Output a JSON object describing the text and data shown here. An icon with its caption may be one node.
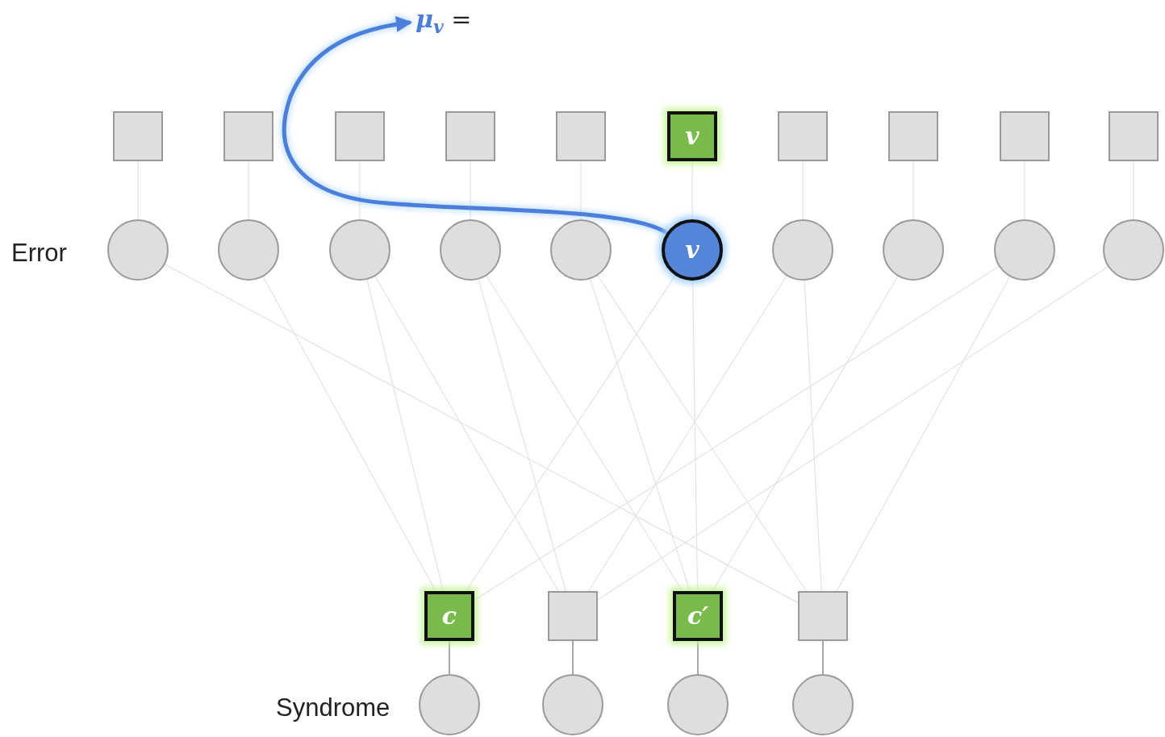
{
  "diagram": {
    "nodes": [
      {
        "text": [
          "**μ**$_{v}$ ="
        ]
      },
      {
        "text": [],
        "shape": "box"
      },
      {
        "text": [],
        "shape": "box"
      },
      {
        "text": [],
        "shape": "box"
      },
      {
        "text": [],
        "shape": "box"
      },
      {
        "text": [],
        "shape": "box"
      },
      {
        "text": [
          "v"
        ]
      },
      {
        "text": [],
        "shape": "box"
      },
      {
        "text": [],
        "shape": "box"
      },
      {
        "text": [],
        "shape": "box"
      },
      {
        "text": [],
        "shape": "box"
      },
      {
        "text": [],
        "shape": "circle"
      },
      {
        "text": [],
        "shape": "circle"
      },
      {
        "text": [],
        "shape": "circle"
      },
      {
        "text": [],
        "shape": "circle"
      },
      {
        "text": [],
        "shape": "circle"
      },
      {
        "text": [
          "v"
        ]
      },
      {
        "text": [],
        "shape": "circle"
      },
      {
        "text": [],
        "shape": "circle"
      },
      {
        "text": [],
        "shape": "circle"
      },
      {
        "text": [],
        "shape": "circle"
      },
      {
        "text": [
          "c"
        ]
      },
      {
        "text": [],
        "shape": "box"
      },
      {
        "text": [
          "c′"
        ]
      },
      {
        "text": [],
        "shape": "box"
      },
      {
        "text": [],
        "shape": "circle"
      },
      {
        "text": [],
        "shape": "circle"
      },
      {
        "text": [],
        "shape": "circle"
      },
      {
        "text": [],
        "shape": "circle"
      }
    ],
    "edges": [
      {
        "from": 1,
        "to": 11,
        "arrow": "none"
      },
      {
        "from": 2,
        "to": 12,
        "arrow": "none"
      },
      {
        "from": 3,
        "to": 13,
        "arrow": "none"
      },
      {
        "from": 4,
        "to": 14,
        "arrow": "none"
      },
      {
        "from": 5,
        "to": 15,
        "arrow": "none"
      },
      {
        "from": 6,
        "to": 16,
        "arrow": "none"
      },
      {
        "from": 7,
        "to": 17,
        "arrow": "none"
      },
      {
        "from": 8,
        "to": 18,
        "arrow": "none"
      },
      {
        "from": 9,
        "to": 19,
        "arrow": "none"
      },
      {
        "from": 10,
        "to": 20,
        "arrow": "none"
      },
      {
        "from": 11,
        "to": 24,
        "arrow": "none"
      },
      {
        "from": 12,
        "to": 21,
        "arrow": "none"
      },
      {
        "from": 13,
        "to": 21,
        "arrow": "none"
      },
      {
        "from": 13,
        "to": 22,
        "arrow": "none"
      },
      {
        "from": 14,
        "to": 22,
        "arrow": "none"
      },
      {
        "from": 14,
        "to": 23,
        "arrow": "none"
      },
      {
        "from": 15,
        "to": 23,
        "arrow": "none"
      },
      {
        "from": 15,
        "to": 24,
        "arrow": "none"
      },
      {
        "from": 16,
        "to": 21,
        "arrow": "none"
      },
      {
        "from": 16,
        "to": 23,
        "arrow": "none"
      },
      {
        "from": 17,
        "to": 22,
        "arrow": "none"
      },
      {
        "from": 17,
        "to": 24,
        "arrow": "none"
      },
      {
        "from": 18,
        "to": 23,
        "arrow": "none"
      },
      {
        "from": 19,
        "to": 24,
        "arrow": "none"
      },
      {
        "from": 19,
        "to": 21,
        "arrow": "none"
      },
      {
        "from": 20,
        "to": 22,
        "arrow": "none"
      },
      {
        "from": 21,
        "to": 25,
        "arrow": "none",
        "color": "#6e6e6e"
      },
      {
        "from": 22,
        "to": 26,
        "arrow": "none",
        "color": "#6e6e6e"
      },
      {
        "from": 23,
        "to": 27,
        "arrow": "none",
        "color": "#6e6e6e"
      },
      {
        "from": 24,
        "to": 28,
        "arrow": "none",
        "color": "#6e6e6e"
      },
      {
        "from": 16,
        "to": 0,
        "arrow": "to",
        "style": "thick",
        "color": "#4a7fdc"
      }
    ],
    "labels": [
      "Error",
      "Syndrome"
    ]
  }
}
